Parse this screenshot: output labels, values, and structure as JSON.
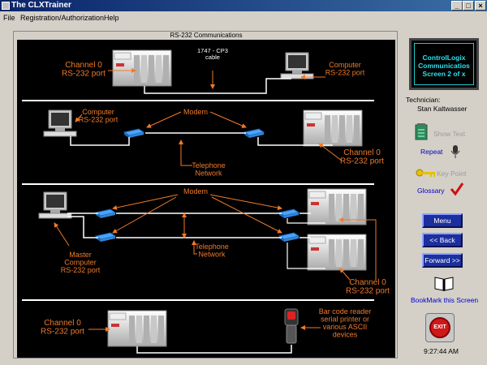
{
  "window": {
    "title": "The CLXTrainer"
  },
  "menu": [
    {
      "label": "File"
    },
    {
      "label": "Registration/Authorization"
    },
    {
      "label": "Help"
    }
  ],
  "panel": {
    "title": "RS-232 Communications"
  },
  "diagram": {
    "s1": {
      "channel": "Channel 0\nRS-232 port",
      "cable": "1747 - CP3\ncable",
      "computer": "Computer\nRS-232 port"
    },
    "s2": {
      "computer": "Computer\nRS-232 port",
      "modem": "Modem",
      "telephone": "Telephone\nNetwork",
      "channel": "Channel 0\nRS-232 port"
    },
    "s3": {
      "modem": "Modem",
      "master": "Master\nComputer\nRS-232 port",
      "telephone": "Telephone\nNetwork",
      "channel": "Channel 0\nRS-232 port"
    },
    "s4": {
      "channel": "Channel 0\nRS-232 port",
      "barcode": "Bar code reader\nserial printer or\nvarious ASCII\ndevices"
    }
  },
  "sidebar": {
    "screen_label": "ControlLogix\nCommunicatios\nScreen 2 of x",
    "technician_label": "Technician:",
    "technician_name": "Stan Kaltwasser",
    "show_text": "Show Text",
    "repeat": "Repeat",
    "key_point": "Key Point",
    "glossary": "Glossary",
    "menu_button": "Menu",
    "back_button": "<< Back",
    "forward_button": "Forward >>",
    "bookmark": "BookMark this Screen",
    "exit": "EXIT",
    "time": "9:27:44 AM"
  },
  "colors": {
    "accent_orange": "#f07a2a",
    "screen_cyan": "#29e3f0",
    "nav_button": "#1c2f9e",
    "link_blue": "#0000c8"
  }
}
